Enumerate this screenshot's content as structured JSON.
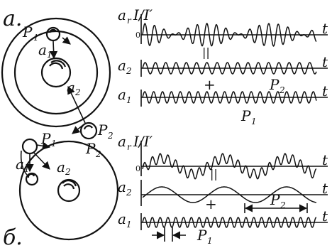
{
  "panel_a": {
    "letter": "a.",
    "planet1": "P",
    "planet1_sub": "1",
    "planet2": "P",
    "planet2_sub": "2",
    "accel1": "a",
    "accel1_sub": "1",
    "accel2": "a",
    "accel2_sub": "2",
    "row_r_label": "a",
    "row_r_sub": "r",
    "row_r_title": "I/I′",
    "row_r_zero": "0",
    "parallel_sign": "||",
    "row_2_label": "a",
    "row_2_sub": "2",
    "plus_sign": "+",
    "row_2_period": "P",
    "row_2_period_sub": "2",
    "row_1_label": "a",
    "row_1_sub": "1",
    "row_1_period": "P",
    "row_1_period_sub": "1",
    "axis_t": "t"
  },
  "panel_b": {
    "letter": "б.",
    "planet1": "P",
    "planet1_sub": "1",
    "planet2": "P",
    "planet2_sub": "2",
    "accel1": "a",
    "accel1_sub": "1",
    "accel2": "a",
    "accel2_sub": "2",
    "row_r_label": "a",
    "row_r_sub": "r",
    "row_r_title": "I/I′",
    "row_r_zero": "0",
    "parallel_sign": "||",
    "row_2_label": "a",
    "row_2_sub": "2",
    "plus_sign": "+",
    "row_2_period": "P",
    "row_2_period_sub": "2",
    "row_1_label": "a",
    "row_1_sub": "1",
    "row_1_period": "P",
    "row_1_period_sub": "1",
    "axis_t": "t"
  }
}
